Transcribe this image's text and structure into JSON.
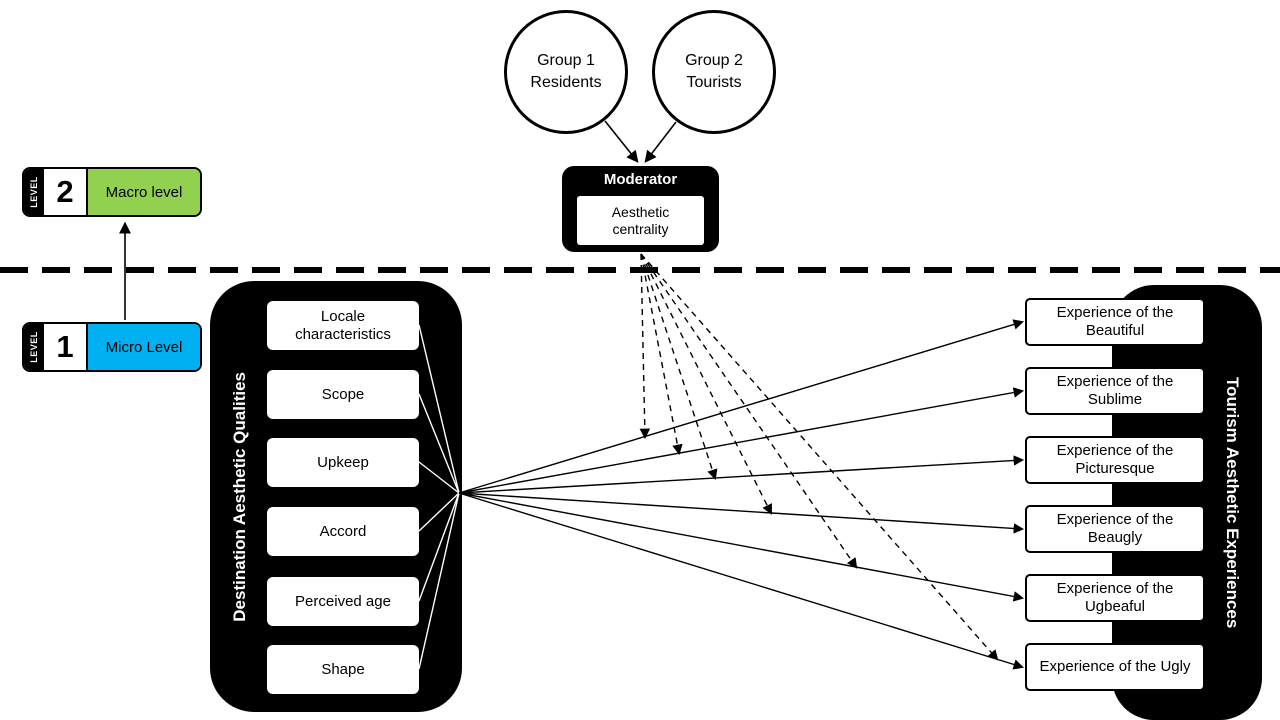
{
  "groups": [
    {
      "line1": "Group 1",
      "line2": "Residents"
    },
    {
      "line1": "Group 2",
      "line2": "Tourists"
    }
  ],
  "moderator": {
    "title": "Moderator",
    "variable": "Aesthetic centrality"
  },
  "levels": [
    {
      "tag": "LEVEL",
      "number": "2",
      "label": "Macro level",
      "color": "#92d050"
    },
    {
      "tag": "LEVEL",
      "number": "1",
      "label": "Micro Level",
      "color": "#00b0f0"
    }
  ],
  "left_panel": {
    "title": "Destination Aesthetic Qualities",
    "items": [
      "Locale characteristics",
      "Scope",
      "Upkeep",
      "Accord",
      "Perceived age",
      "Shape"
    ]
  },
  "right_panel": {
    "title": "Tourism Aesthetic Experiences",
    "items": [
      "Experience of the Beautiful",
      "Experience of the Sublime",
      "Experience of the Picturesque",
      "Experience of the Beaugly",
      "Experience of the Ugbeaful",
      "Experience of the Ugly"
    ]
  },
  "colors": {
    "macro_level": "#92d050",
    "micro_level": "#00b0f0",
    "panel": "#000000",
    "background": "#ffffff"
  }
}
